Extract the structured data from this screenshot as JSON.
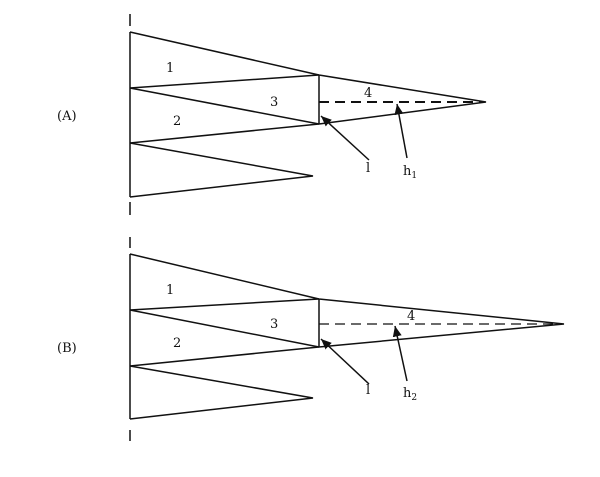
{
  "panels": [
    {
      "label": "(A)",
      "regions": [
        "1",
        "2",
        "3",
        "4"
      ],
      "l_label": "l",
      "h_label": "h",
      "h_sub": "1"
    },
    {
      "label": "(B)",
      "regions": [
        "1",
        "2",
        "3",
        "4"
      ],
      "l_label": "l",
      "h_label": "h",
      "h_sub": "2"
    }
  ]
}
